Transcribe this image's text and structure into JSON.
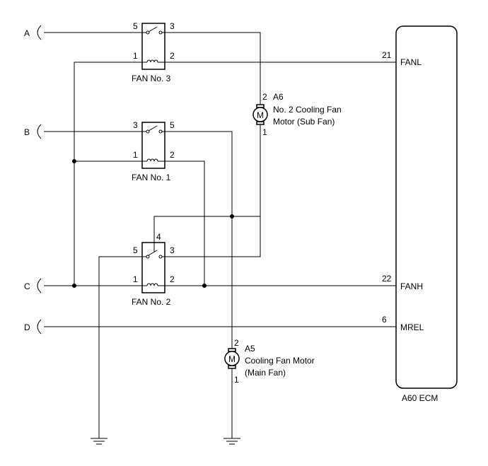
{
  "connectors": {
    "a": "A",
    "b": "B",
    "c": "C",
    "d": "D"
  },
  "relays": {
    "fan3": {
      "label": "FAN No. 3",
      "pin_top_left": "5",
      "pin_top_right": "3",
      "pin_bot_left": "1",
      "pin_bot_right": "2"
    },
    "fan1": {
      "label": "FAN No. 1",
      "pin_top_left": "3",
      "pin_top_right": "5",
      "pin_bot_left": "1",
      "pin_bot_right": "2"
    },
    "fan2": {
      "label": "FAN No. 2",
      "pin_top_left": "5",
      "pin_top_right": "3",
      "pin_bot_left": "1",
      "pin_bot_right": "2",
      "pin_common": "4"
    }
  },
  "motors": {
    "a6": {
      "symbol": "M",
      "pin_top": "2",
      "pin_bottom": "1",
      "code": "A6",
      "name_line1": "No. 2 Cooling Fan",
      "name_line2": "Motor (Sub Fan)"
    },
    "a5": {
      "symbol": "M",
      "pin_top": "2",
      "pin_bottom": "1",
      "code": "A5",
      "name_line1": "Cooling Fan Motor",
      "name_line2": "(Main Fan)"
    }
  },
  "ecm": {
    "label": "A60  ECM",
    "terminals": [
      {
        "pin": "21",
        "name": "FANL"
      },
      {
        "pin": "22",
        "name": "FANH"
      },
      {
        "pin": "6",
        "name": "MREL"
      }
    ]
  }
}
